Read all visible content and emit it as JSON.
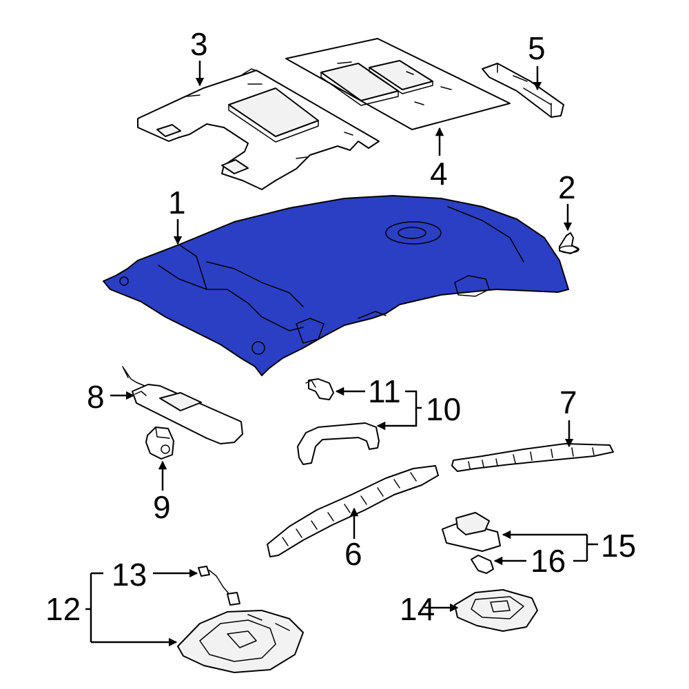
{
  "callouts": {
    "c1": "1",
    "c2": "2",
    "c3": "3",
    "c4": "4",
    "c5": "5",
    "c6": "6",
    "c7": "7",
    "c8": "8",
    "c9": "9",
    "c10": "10",
    "c11": "11",
    "c12": "12",
    "c13": "13",
    "c14": "14",
    "c15": "15",
    "c16": "16"
  },
  "colors": {
    "headliner_fill": "#2b3fc4",
    "line": "#000000",
    "background": "#ffffff"
  }
}
